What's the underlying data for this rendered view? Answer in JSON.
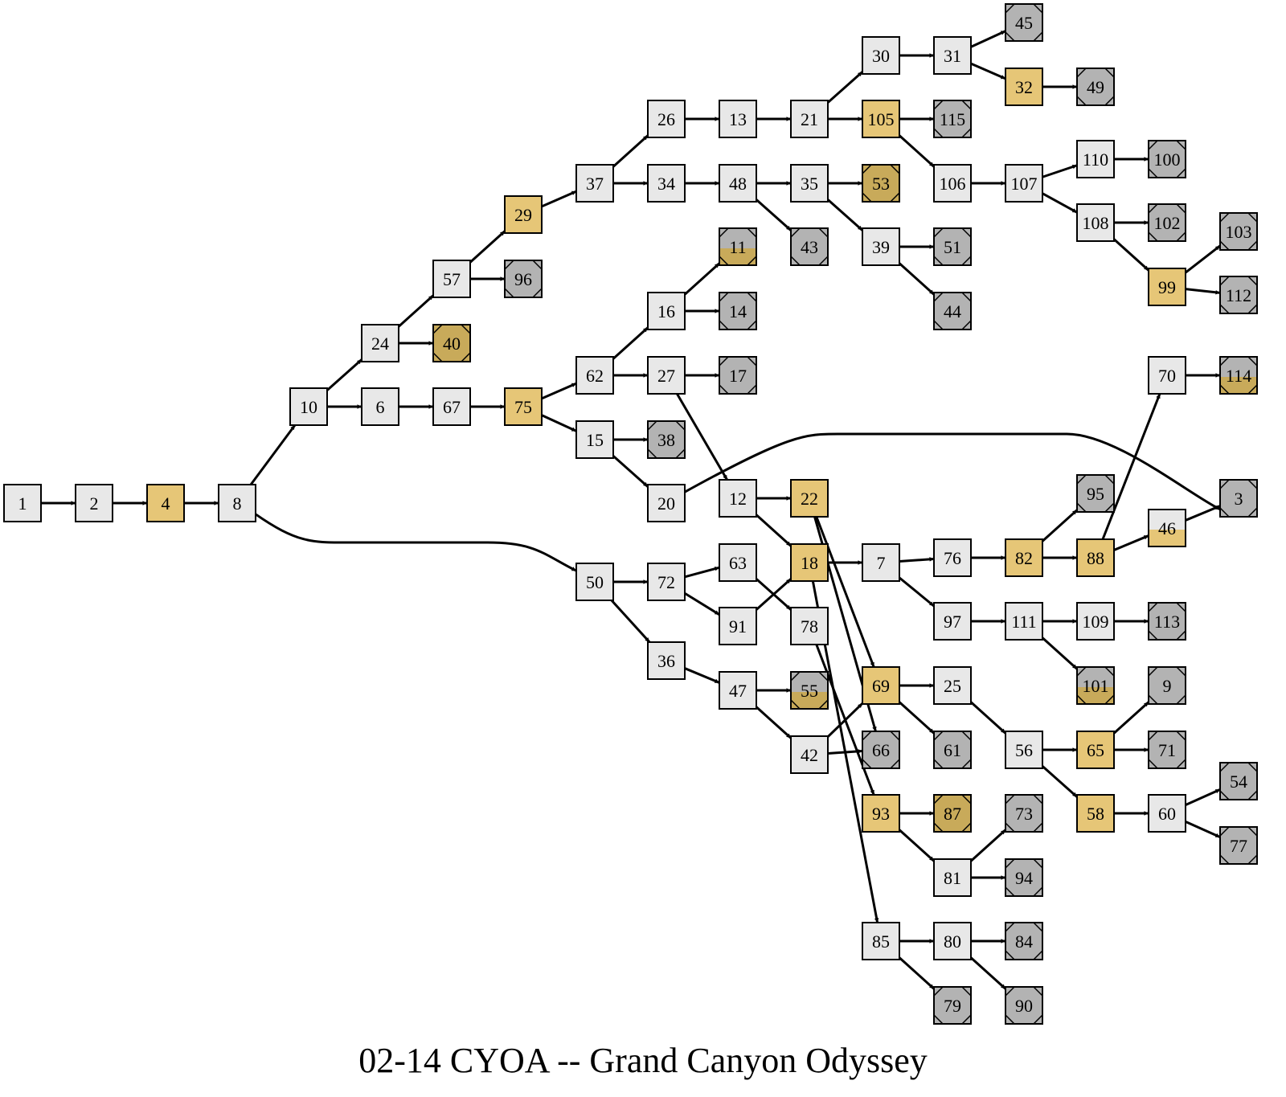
{
  "title": "02-14 CYOA -- Grand Canyon Odyssey",
  "colors": {
    "normal": "#e8e8e8",
    "gold": "#e6c677",
    "ending": "#b3b3b3",
    "gold_ending": "#c8aa5a",
    "stroke": "#000000"
  },
  "nodes": [
    {
      "id": "1",
      "type": "normal"
    },
    {
      "id": "2",
      "type": "normal"
    },
    {
      "id": "4",
      "type": "gold"
    },
    {
      "id": "8",
      "type": "normal"
    },
    {
      "id": "10",
      "type": "normal"
    },
    {
      "id": "24",
      "type": "normal"
    },
    {
      "id": "6",
      "type": "normal"
    },
    {
      "id": "57",
      "type": "normal"
    },
    {
      "id": "40",
      "type": "gold_ending"
    },
    {
      "id": "67",
      "type": "normal"
    },
    {
      "id": "29",
      "type": "gold"
    },
    {
      "id": "96",
      "type": "ending"
    },
    {
      "id": "75",
      "type": "gold"
    },
    {
      "id": "37",
      "type": "normal"
    },
    {
      "id": "62",
      "type": "normal"
    },
    {
      "id": "15",
      "type": "normal"
    },
    {
      "id": "50",
      "type": "normal"
    },
    {
      "id": "26",
      "type": "normal"
    },
    {
      "id": "34",
      "type": "normal"
    },
    {
      "id": "16",
      "type": "normal"
    },
    {
      "id": "27",
      "type": "normal"
    },
    {
      "id": "20",
      "type": "normal"
    },
    {
      "id": "38",
      "type": "ending"
    },
    {
      "id": "72",
      "type": "normal"
    },
    {
      "id": "36",
      "type": "normal"
    },
    {
      "id": "13",
      "type": "normal"
    },
    {
      "id": "48",
      "type": "normal"
    },
    {
      "id": "11",
      "type": "half_ending"
    },
    {
      "id": "14",
      "type": "ending"
    },
    {
      "id": "17",
      "type": "ending"
    },
    {
      "id": "12",
      "type": "normal"
    },
    {
      "id": "63",
      "type": "normal"
    },
    {
      "id": "91",
      "type": "normal"
    },
    {
      "id": "47",
      "type": "normal"
    },
    {
      "id": "21",
      "type": "normal"
    },
    {
      "id": "35",
      "type": "normal"
    },
    {
      "id": "43",
      "type": "ending"
    },
    {
      "id": "22",
      "type": "gold"
    },
    {
      "id": "18",
      "type": "gold"
    },
    {
      "id": "78",
      "type": "normal"
    },
    {
      "id": "55",
      "type": "half_ending"
    },
    {
      "id": "42",
      "type": "normal"
    },
    {
      "id": "30",
      "type": "normal"
    },
    {
      "id": "105",
      "type": "gold"
    },
    {
      "id": "53",
      "type": "gold_ending"
    },
    {
      "id": "39",
      "type": "normal"
    },
    {
      "id": "7",
      "type": "normal"
    },
    {
      "id": "69",
      "type": "gold"
    },
    {
      "id": "66",
      "type": "ending"
    },
    {
      "id": "93",
      "type": "gold"
    },
    {
      "id": "85",
      "type": "normal"
    },
    {
      "id": "31",
      "type": "normal"
    },
    {
      "id": "115",
      "type": "ending"
    },
    {
      "id": "106",
      "type": "normal"
    },
    {
      "id": "51",
      "type": "ending"
    },
    {
      "id": "44",
      "type": "ending"
    },
    {
      "id": "76",
      "type": "normal"
    },
    {
      "id": "97",
      "type": "normal"
    },
    {
      "id": "25",
      "type": "normal"
    },
    {
      "id": "61",
      "type": "ending"
    },
    {
      "id": "87",
      "type": "gold_ending"
    },
    {
      "id": "81",
      "type": "normal"
    },
    {
      "id": "80",
      "type": "normal"
    },
    {
      "id": "79",
      "type": "ending"
    },
    {
      "id": "45",
      "type": "ending"
    },
    {
      "id": "32",
      "type": "gold"
    },
    {
      "id": "107",
      "type": "normal"
    },
    {
      "id": "82",
      "type": "gold"
    },
    {
      "id": "111",
      "type": "normal"
    },
    {
      "id": "56",
      "type": "normal"
    },
    {
      "id": "73",
      "type": "ending"
    },
    {
      "id": "94",
      "type": "ending"
    },
    {
      "id": "84",
      "type": "ending"
    },
    {
      "id": "90",
      "type": "ending"
    },
    {
      "id": "49",
      "type": "ending"
    },
    {
      "id": "110",
      "type": "normal"
    },
    {
      "id": "108",
      "type": "normal"
    },
    {
      "id": "95",
      "type": "ending"
    },
    {
      "id": "88",
      "type": "gold"
    },
    {
      "id": "109",
      "type": "normal"
    },
    {
      "id": "101",
      "type": "half_ending"
    },
    {
      "id": "65",
      "type": "gold"
    },
    {
      "id": "58",
      "type": "gold"
    },
    {
      "id": "100",
      "type": "ending"
    },
    {
      "id": "102",
      "type": "ending"
    },
    {
      "id": "99",
      "type": "gold"
    },
    {
      "id": "70",
      "type": "normal"
    },
    {
      "id": "46",
      "type": "half_normal"
    },
    {
      "id": "113",
      "type": "ending"
    },
    {
      "id": "9",
      "type": "ending"
    },
    {
      "id": "71",
      "type": "ending"
    },
    {
      "id": "60",
      "type": "normal"
    },
    {
      "id": "103",
      "type": "ending"
    },
    {
      "id": "112",
      "type": "ending"
    },
    {
      "id": "114",
      "type": "half_ending"
    },
    {
      "id": "3",
      "type": "ending"
    },
    {
      "id": "54",
      "type": "ending"
    },
    {
      "id": "77",
      "type": "ending"
    }
  ],
  "edges": [
    [
      "1",
      "2"
    ],
    [
      "2",
      "4"
    ],
    [
      "4",
      "8"
    ],
    [
      "8",
      "10"
    ],
    [
      "8",
      "50"
    ],
    [
      "10",
      "24"
    ],
    [
      "10",
      "6"
    ],
    [
      "24",
      "57"
    ],
    [
      "24",
      "40"
    ],
    [
      "6",
      "67"
    ],
    [
      "57",
      "29"
    ],
    [
      "57",
      "96"
    ],
    [
      "67",
      "75"
    ],
    [
      "29",
      "37"
    ],
    [
      "75",
      "62"
    ],
    [
      "75",
      "15"
    ],
    [
      "37",
      "26"
    ],
    [
      "37",
      "34"
    ],
    [
      "62",
      "16"
    ],
    [
      "62",
      "27"
    ],
    [
      "15",
      "38"
    ],
    [
      "15",
      "20"
    ],
    [
      "50",
      "72"
    ],
    [
      "50",
      "36"
    ],
    [
      "26",
      "13"
    ],
    [
      "34",
      "48"
    ],
    [
      "16",
      "11"
    ],
    [
      "16",
      "14"
    ],
    [
      "27",
      "17"
    ],
    [
      "27",
      "12"
    ],
    [
      "20",
      "3"
    ],
    [
      "72",
      "63"
    ],
    [
      "72",
      "91"
    ],
    [
      "36",
      "47"
    ],
    [
      "13",
      "21"
    ],
    [
      "48",
      "35"
    ],
    [
      "48",
      "43"
    ],
    [
      "12",
      "22"
    ],
    [
      "12",
      "18"
    ],
    [
      "63",
      "78"
    ],
    [
      "91",
      "18"
    ],
    [
      "47",
      "55"
    ],
    [
      "47",
      "42"
    ],
    [
      "21",
      "30"
    ],
    [
      "21",
      "105"
    ],
    [
      "35",
      "53"
    ],
    [
      "35",
      "39"
    ],
    [
      "22",
      "69"
    ],
    [
      "22",
      "66"
    ],
    [
      "18",
      "7"
    ],
    [
      "78",
      "93"
    ],
    [
      "42",
      "69"
    ],
    [
      "42",
      "66"
    ],
    [
      "30",
      "31"
    ],
    [
      "105",
      "115"
    ],
    [
      "105",
      "106"
    ],
    [
      "39",
      "51"
    ],
    [
      "39",
      "44"
    ],
    [
      "7",
      "76"
    ],
    [
      "7",
      "97"
    ],
    [
      "69",
      "25"
    ],
    [
      "69",
      "61"
    ],
    [
      "93",
      "87"
    ],
    [
      "93",
      "81"
    ],
    [
      "18",
      "85"
    ],
    [
      "85",
      "80"
    ],
    [
      "85",
      "79"
    ],
    [
      "31",
      "45"
    ],
    [
      "31",
      "32"
    ],
    [
      "106",
      "107"
    ],
    [
      "76",
      "82"
    ],
    [
      "97",
      "111"
    ],
    [
      "25",
      "56"
    ],
    [
      "81",
      "73"
    ],
    [
      "81",
      "94"
    ],
    [
      "80",
      "84"
    ],
    [
      "80",
      "90"
    ],
    [
      "32",
      "49"
    ],
    [
      "107",
      "110"
    ],
    [
      "107",
      "108"
    ],
    [
      "82",
      "95"
    ],
    [
      "82",
      "88"
    ],
    [
      "111",
      "109"
    ],
    [
      "111",
      "101"
    ],
    [
      "56",
      "65"
    ],
    [
      "56",
      "58"
    ],
    [
      "110",
      "100"
    ],
    [
      "108",
      "102"
    ],
    [
      "108",
      "99"
    ],
    [
      "88",
      "70"
    ],
    [
      "88",
      "46"
    ],
    [
      "109",
      "113"
    ],
    [
      "65",
      "9"
    ],
    [
      "65",
      "71"
    ],
    [
      "58",
      "60"
    ],
    [
      "99",
      "103"
    ],
    [
      "99",
      "112"
    ],
    [
      "70",
      "114"
    ],
    [
      "46",
      "3"
    ],
    [
      "60",
      "54"
    ],
    [
      "60",
      "77"
    ]
  ]
}
